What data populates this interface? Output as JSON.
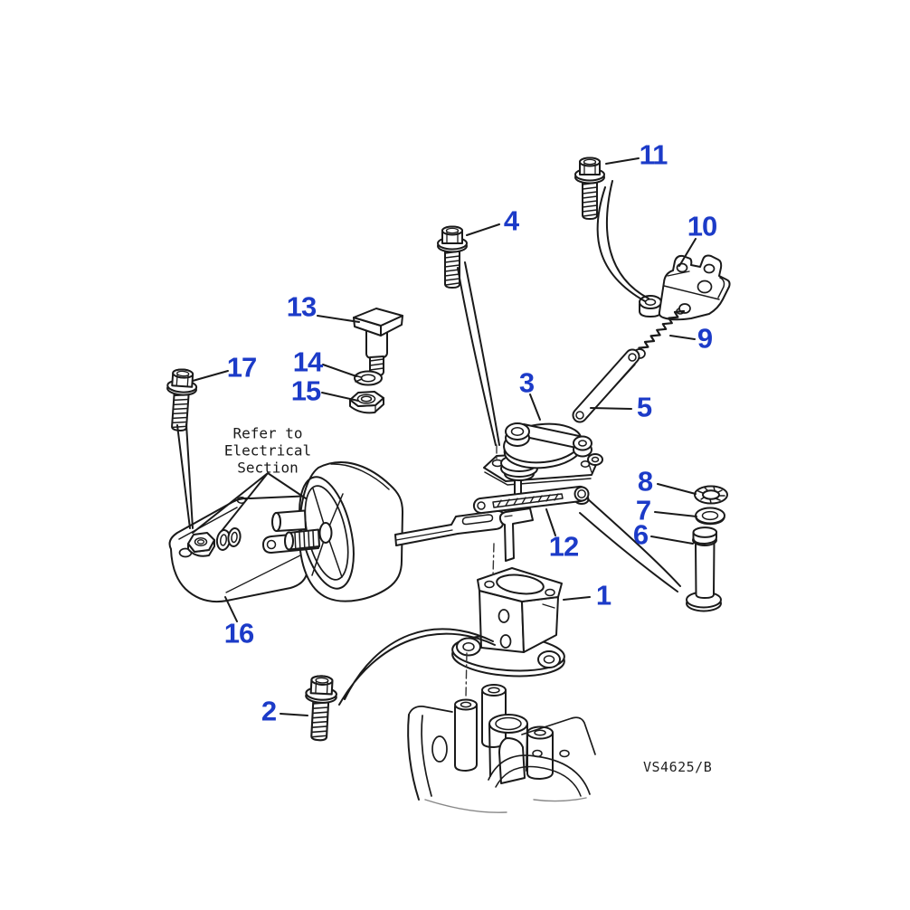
{
  "figure": {
    "drawing_code": "VS4625/B",
    "note_line1": "Refer to",
    "note_line2": "Electrical",
    "note_line3": "Section",
    "callout_color": "#1c3bc8",
    "line_color": "#1a1a1a",
    "callouts": {
      "c1": {
        "label": "1"
      },
      "c2": {
        "label": "2"
      },
      "c3": {
        "label": "3"
      },
      "c4": {
        "label": "4"
      },
      "c5": {
        "label": "5"
      },
      "c6": {
        "label": "6"
      },
      "c7": {
        "label": "7"
      },
      "c8": {
        "label": "8"
      },
      "c9": {
        "label": "9"
      },
      "c10": {
        "label": "10"
      },
      "c11": {
        "label": "11"
      },
      "c12": {
        "label": "12"
      },
      "c13": {
        "label": "13"
      },
      "c14": {
        "label": "14"
      },
      "c15": {
        "label": "15"
      },
      "c16": {
        "label": "16"
      },
      "c17": {
        "label": "17"
      }
    }
  }
}
